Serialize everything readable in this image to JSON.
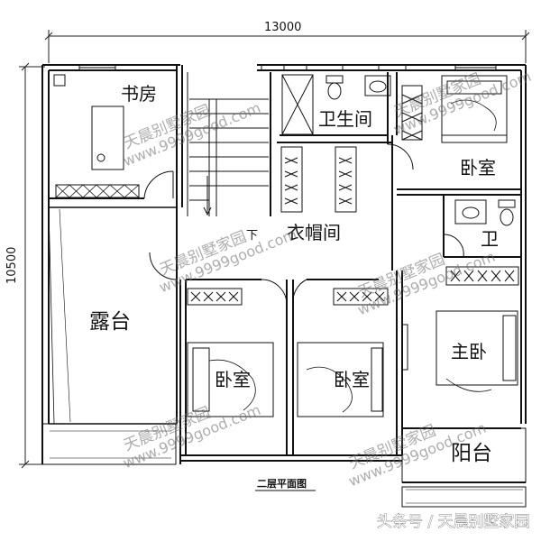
{
  "dimensions": {
    "width": "13000",
    "height": "10500"
  },
  "rooms": {
    "study": "书房",
    "bathroom_main": "卫生间",
    "bedroom_ne": "卧室",
    "cloakroom": "衣帽间",
    "bathroom_small": "卫",
    "terrace": "露台",
    "bedroom_mid_left": "卧室",
    "bedroom_mid_right": "卧室",
    "master_bedroom": "主卧",
    "balcony": "阳台",
    "stair_mark": "下"
  },
  "plan_title": "二层平面图",
  "watermark": {
    "cn": "天晨别墅家园",
    "url": "www.9999good.com"
  },
  "credit": "头条号 / 天晨别墅家园"
}
